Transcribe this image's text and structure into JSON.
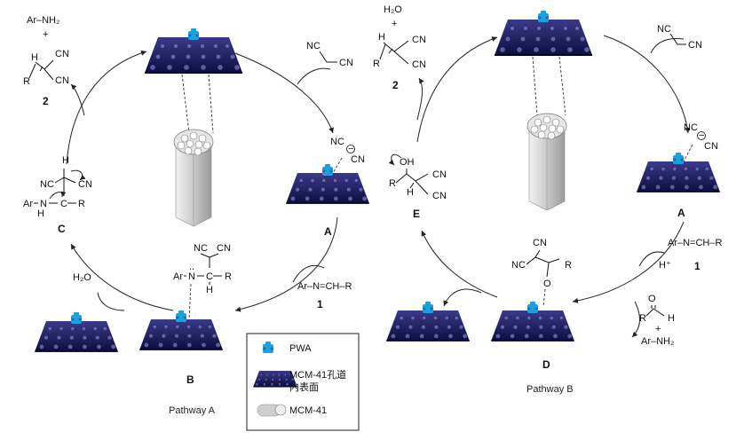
{
  "labels": {
    "A_left": "A",
    "B": "B",
    "C": "C",
    "two_left": "2",
    "one_left": "1",
    "A_right": "A",
    "D": "D",
    "E": "E",
    "two_right": "2",
    "one_right": "1"
  },
  "captions": {
    "pathway_a": "Pathway A",
    "pathway_b": "Pathway B"
  },
  "legend": {
    "pwa": "PWA",
    "surface_line1": "MCM-41孔道",
    "surface_line2": "内表面",
    "mcm41": "MCM-41"
  },
  "chem": {
    "arnh2": "Ar–NH₂",
    "plus": "+",
    "cn": "CN",
    "nc": "NC",
    "h": "H",
    "r": "R",
    "ar": "Ar",
    "n": "N",
    "c": "C",
    "o": "O",
    "oh": "OH",
    "h2o": "H₂O",
    "imine": "Ar–N=CH–R",
    "hplus": "H⁺",
    "colon": "..",
    "minus": "−"
  },
  "colors": {
    "surface": "#1a1a5e",
    "surface_light": "#6a6aa8",
    "pwa": "#1ea0e0",
    "silica": "#c8c8c8"
  }
}
